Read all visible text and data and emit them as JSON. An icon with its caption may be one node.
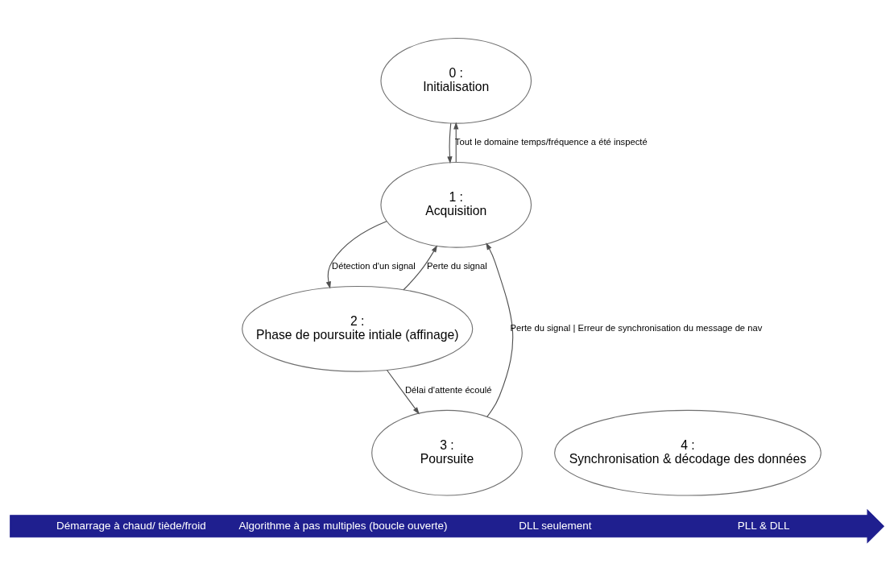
{
  "diagram": {
    "nodes": [
      {
        "text": [
          "0 :",
          "Initialisation"
        ]
      },
      {
        "text": [
          "1 :",
          "Acquisition"
        ]
      },
      {
        "text": [
          "2 :",
          "Phase de poursuite intiale (affinage)"
        ]
      },
      {
        "text": [
          "3 :",
          "Poursuite"
        ]
      },
      {
        "text": [
          "4 :",
          "Synchronisation & décodage des données"
        ]
      },
      {
        "text": [
          "Démarrage à chaud/ tiède/froid",
          "Algorithme à pas multiples (boucle ouverte)",
          "DLL seulement",
          "PLL & DLL"
        ]
      }
    ],
    "edges": [
      {
        "from": 0,
        "to": 1,
        "arrow": "to"
      },
      {
        "from": 1,
        "to": 0,
        "arrow": "to",
        "label": "Tout le domaine temps/fréquence a été inspecté"
      },
      {
        "from": 1,
        "to": 2,
        "arrow": "to",
        "label": "Détection d'un signal"
      },
      {
        "from": 2,
        "to": 1,
        "arrow": "to",
        "label": "Perte du signal"
      },
      {
        "from": 2,
        "to": 3,
        "arrow": "to",
        "label": "Délai d'attente écoulé"
      },
      {
        "from": 3,
        "to": 1,
        "arrow": "to",
        "label": "Perte du signal | Erreur de synchronisation du message de nav"
      }
    ]
  }
}
